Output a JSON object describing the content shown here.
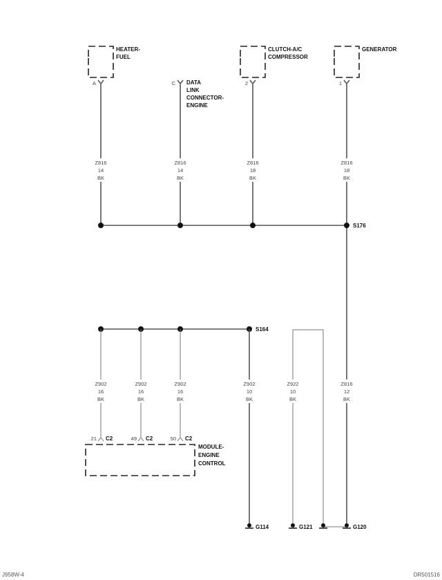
{
  "components": {
    "heater_fuel": [
      "HEATER-",
      "FUEL"
    ],
    "data_link": [
      "DATA",
      "LINK",
      "CONNECTOR-",
      "ENGINE"
    ],
    "clutch": [
      "CLUTCH-A/C",
      "COMPRESSOR"
    ],
    "generator": [
      "GENERATOR"
    ],
    "module": [
      "MODULE-",
      "ENGINE",
      "CONTROL"
    ]
  },
  "pins": {
    "heater": "A",
    "data_link": "C",
    "clutch": "2",
    "generator": "1",
    "c2_a": "21",
    "c2_b": "49",
    "c2_c": "50",
    "c2_label": "C2"
  },
  "wires_top": [
    {
      "circuit": "Z816",
      "gauge": "14",
      "color": "BK"
    },
    {
      "circuit": "Z816",
      "gauge": "14",
      "color": "BK"
    },
    {
      "circuit": "Z816",
      "gauge": "18",
      "color": "BK"
    },
    {
      "circuit": "Z816",
      "gauge": "18",
      "color": "BK"
    }
  ],
  "wires_bottom": [
    {
      "circuit": "Z902",
      "gauge": "16",
      "color": "BK"
    },
    {
      "circuit": "Z902",
      "gauge": "16",
      "color": "BK"
    },
    {
      "circuit": "Z902",
      "gauge": "16",
      "color": "BK"
    },
    {
      "circuit": "Z902",
      "gauge": "10",
      "color": "BK"
    },
    {
      "circuit": "Z922",
      "gauge": "10",
      "color": "BK"
    },
    {
      "circuit": "Z816",
      "gauge": "12",
      "color": "BK"
    }
  ],
  "splices": {
    "s176": "S176",
    "s164": "S164"
  },
  "grounds": {
    "g114": "G114",
    "g121": "G121",
    "g120": "G120"
  },
  "footer": {
    "left": "J958W-4",
    "right": "DR501516"
  }
}
